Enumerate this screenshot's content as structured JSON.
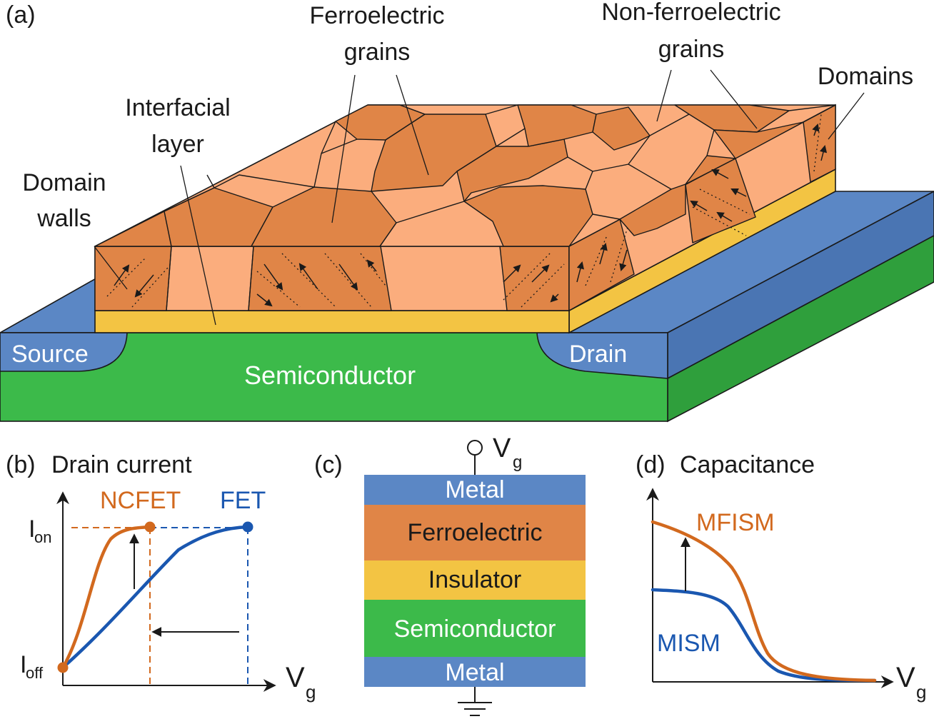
{
  "colors": {
    "semiconductor": "#3cba4a",
    "semiconductor_side": "#2f9f3c",
    "metal_blue": "#5b87c5",
    "metal_blue_dark": "#4a75b3",
    "insulator": "#f3c443",
    "fe_dark": "#e08547",
    "fe_light": "#fbad7d",
    "ncfet_orange": "#d2691e",
    "fet_blue": "#1a57b0"
  },
  "panel_a": {
    "tag": "(a)",
    "labels": {
      "ferroelectric_grains_1": "Ferroelectric",
      "ferroelectric_grains_2": "grains",
      "non_ferroelectric_grains_1": "Non-ferroelectric",
      "non_ferroelectric_grains_2": "grains",
      "domains": "Domains",
      "interfacial_layer_1": "Interfacial",
      "interfacial_layer_2": "layer",
      "domain_walls_1": "Domain",
      "domain_walls_2": "walls",
      "source": "Source",
      "drain": "Drain",
      "semiconductor": "Semiconductor"
    }
  },
  "panel_b": {
    "tag": "(b)",
    "title": "Drain current",
    "ncfet_label": "NCFET",
    "fet_label": "FET",
    "y_on_label": "I",
    "y_on_sub": "on",
    "y_off_label": "I",
    "y_off_sub": "off",
    "x_label": "V",
    "x_sub": "g"
  },
  "panel_c": {
    "tag": "(c)",
    "vg_label": "V",
    "vg_sub": "g",
    "layers": [
      "Metal",
      "Ferroelectric",
      "Insulator",
      "Semiconductor",
      "Metal"
    ]
  },
  "panel_d": {
    "tag": "(d)",
    "title": "Capacitance",
    "mfism_label": "MFISM",
    "mism_label": "MISM",
    "x_label": "V",
    "x_sub": "g"
  }
}
